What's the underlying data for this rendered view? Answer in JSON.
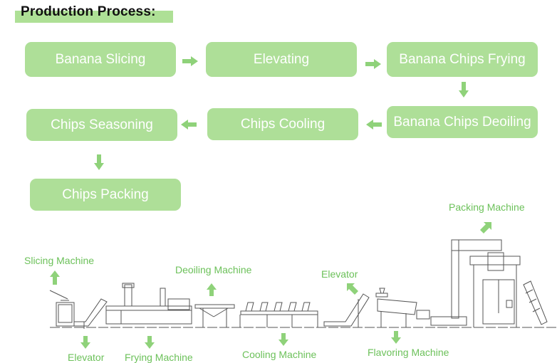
{
  "title": "Production Process:",
  "colors": {
    "box": "#aedf98",
    "title_highlight": "#aee096",
    "arrow": "#8fd27a",
    "label": "#6cc15a",
    "box_text": "#ffffff"
  },
  "steps": [
    {
      "label": "Banana Slicing"
    },
    {
      "label": "Elevating"
    },
    {
      "label": "Banana Chips Frying"
    },
    {
      "label": "Banana Chips Deoiling"
    },
    {
      "label": "Chips Cooling"
    },
    {
      "label": "Chips Seasoning"
    },
    {
      "label": "Chips Packing"
    }
  ],
  "flow_arrows": [
    {
      "from": "Banana Slicing",
      "to": "Elevating",
      "direction": "right"
    },
    {
      "from": "Elevating",
      "to": "Banana Chips Frying",
      "direction": "right"
    },
    {
      "from": "Banana Chips Frying",
      "to": "Banana Chips Deoiling",
      "direction": "down"
    },
    {
      "from": "Banana Chips Deoiling",
      "to": "Chips Cooling",
      "direction": "left"
    },
    {
      "from": "Chips Cooling",
      "to": "Chips Seasoning",
      "direction": "left"
    },
    {
      "from": "Chips Seasoning",
      "to": "Chips Packing",
      "direction": "down"
    }
  ],
  "machines": [
    {
      "label": "Slicing Machine",
      "arrow": "up"
    },
    {
      "label": "Elevator",
      "arrow": "down"
    },
    {
      "label": "Frying Machine",
      "arrow": "down"
    },
    {
      "label": "Deoiling Machine",
      "arrow": "up"
    },
    {
      "label": "Cooling Machine",
      "arrow": "down"
    },
    {
      "label": "Elevator",
      "arrow": "up-left"
    },
    {
      "label": "Flavoring Machine",
      "arrow": "down"
    },
    {
      "label": "Packing Machine",
      "arrow": "up-right"
    }
  ]
}
